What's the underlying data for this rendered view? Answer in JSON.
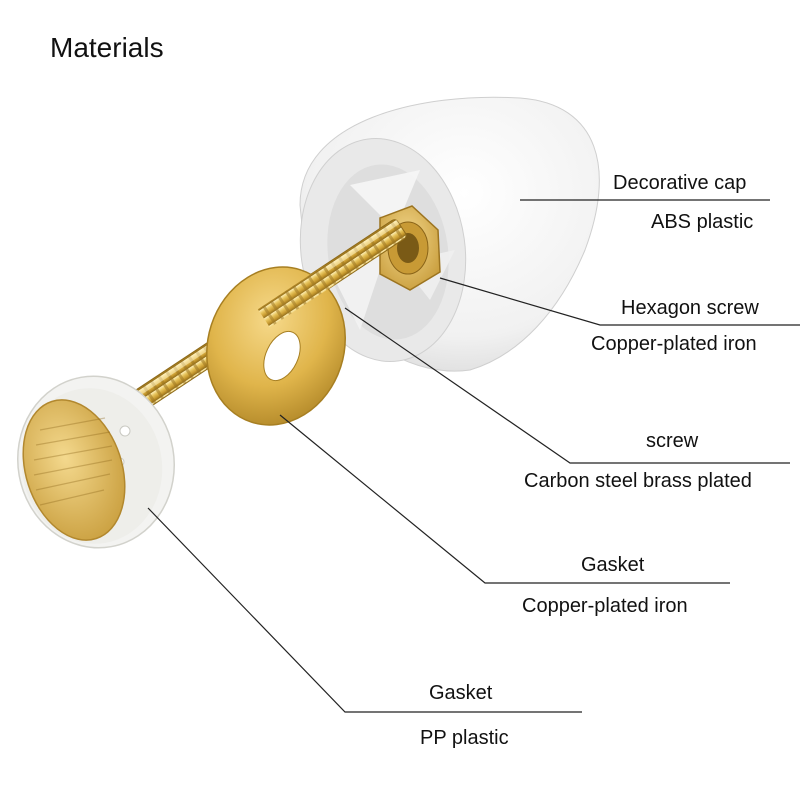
{
  "title": "Materials",
  "callouts": [
    {
      "name": "Decorative cap",
      "material": "ABS plastic"
    },
    {
      "name": "Hexagon screw",
      "material": "Copper-plated iron"
    },
    {
      "name": "screw",
      "material": "Carbon steel brass plated"
    },
    {
      "name": "Gasket",
      "material": "Copper-plated iron"
    },
    {
      "name": "Gasket",
      "material": "PP plastic"
    }
  ],
  "colors": {
    "cap_white": "#f4f4f4",
    "brass": "#d9b44a",
    "brass_dark": "#a77f22",
    "washer_gold": "#e3bb55",
    "plastic_gasket": "#f2f2f0",
    "leader_line": "#222222"
  }
}
